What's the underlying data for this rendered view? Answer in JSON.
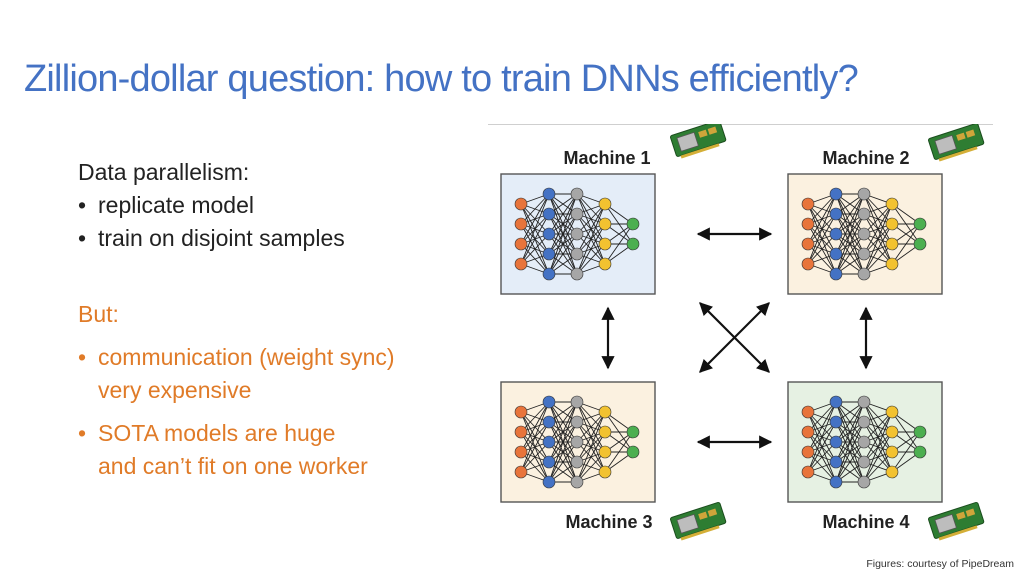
{
  "slide": {
    "title": "Zillion-dollar question: how to train DNNs efficiently?",
    "footer": "Figures: courtesy of PipeDream"
  },
  "text": {
    "heading1": "Data parallelism:",
    "bullets1": [
      "replicate model",
      "train on disjoint samples"
    ],
    "heading2": "But:",
    "bullets2": [
      [
        "communication (weight sync)",
        "very expensive"
      ],
      [
        "SOTA models are huge",
        "and can’t fit on one worker"
      ]
    ]
  },
  "diagram": {
    "machines": [
      {
        "label": "Machine 1",
        "bg": "#E4EDF8"
      },
      {
        "label": "Machine 2",
        "bg": "#FBF1E0"
      },
      {
        "label": "Machine 3",
        "bg": "#FBF1E0"
      },
      {
        "label": "Machine 4",
        "bg": "#E6F1E3"
      }
    ],
    "colors": {
      "input": "#E8743B",
      "hidden1": "#4472C4",
      "hidden2": "#A6A6A6",
      "hidden3": "#F2C230",
      "output": "#4CAF50",
      "arrow": "#111111",
      "gpu_board": "#2E7D32"
    },
    "icons": [
      "gpu-card-icon"
    ]
  }
}
